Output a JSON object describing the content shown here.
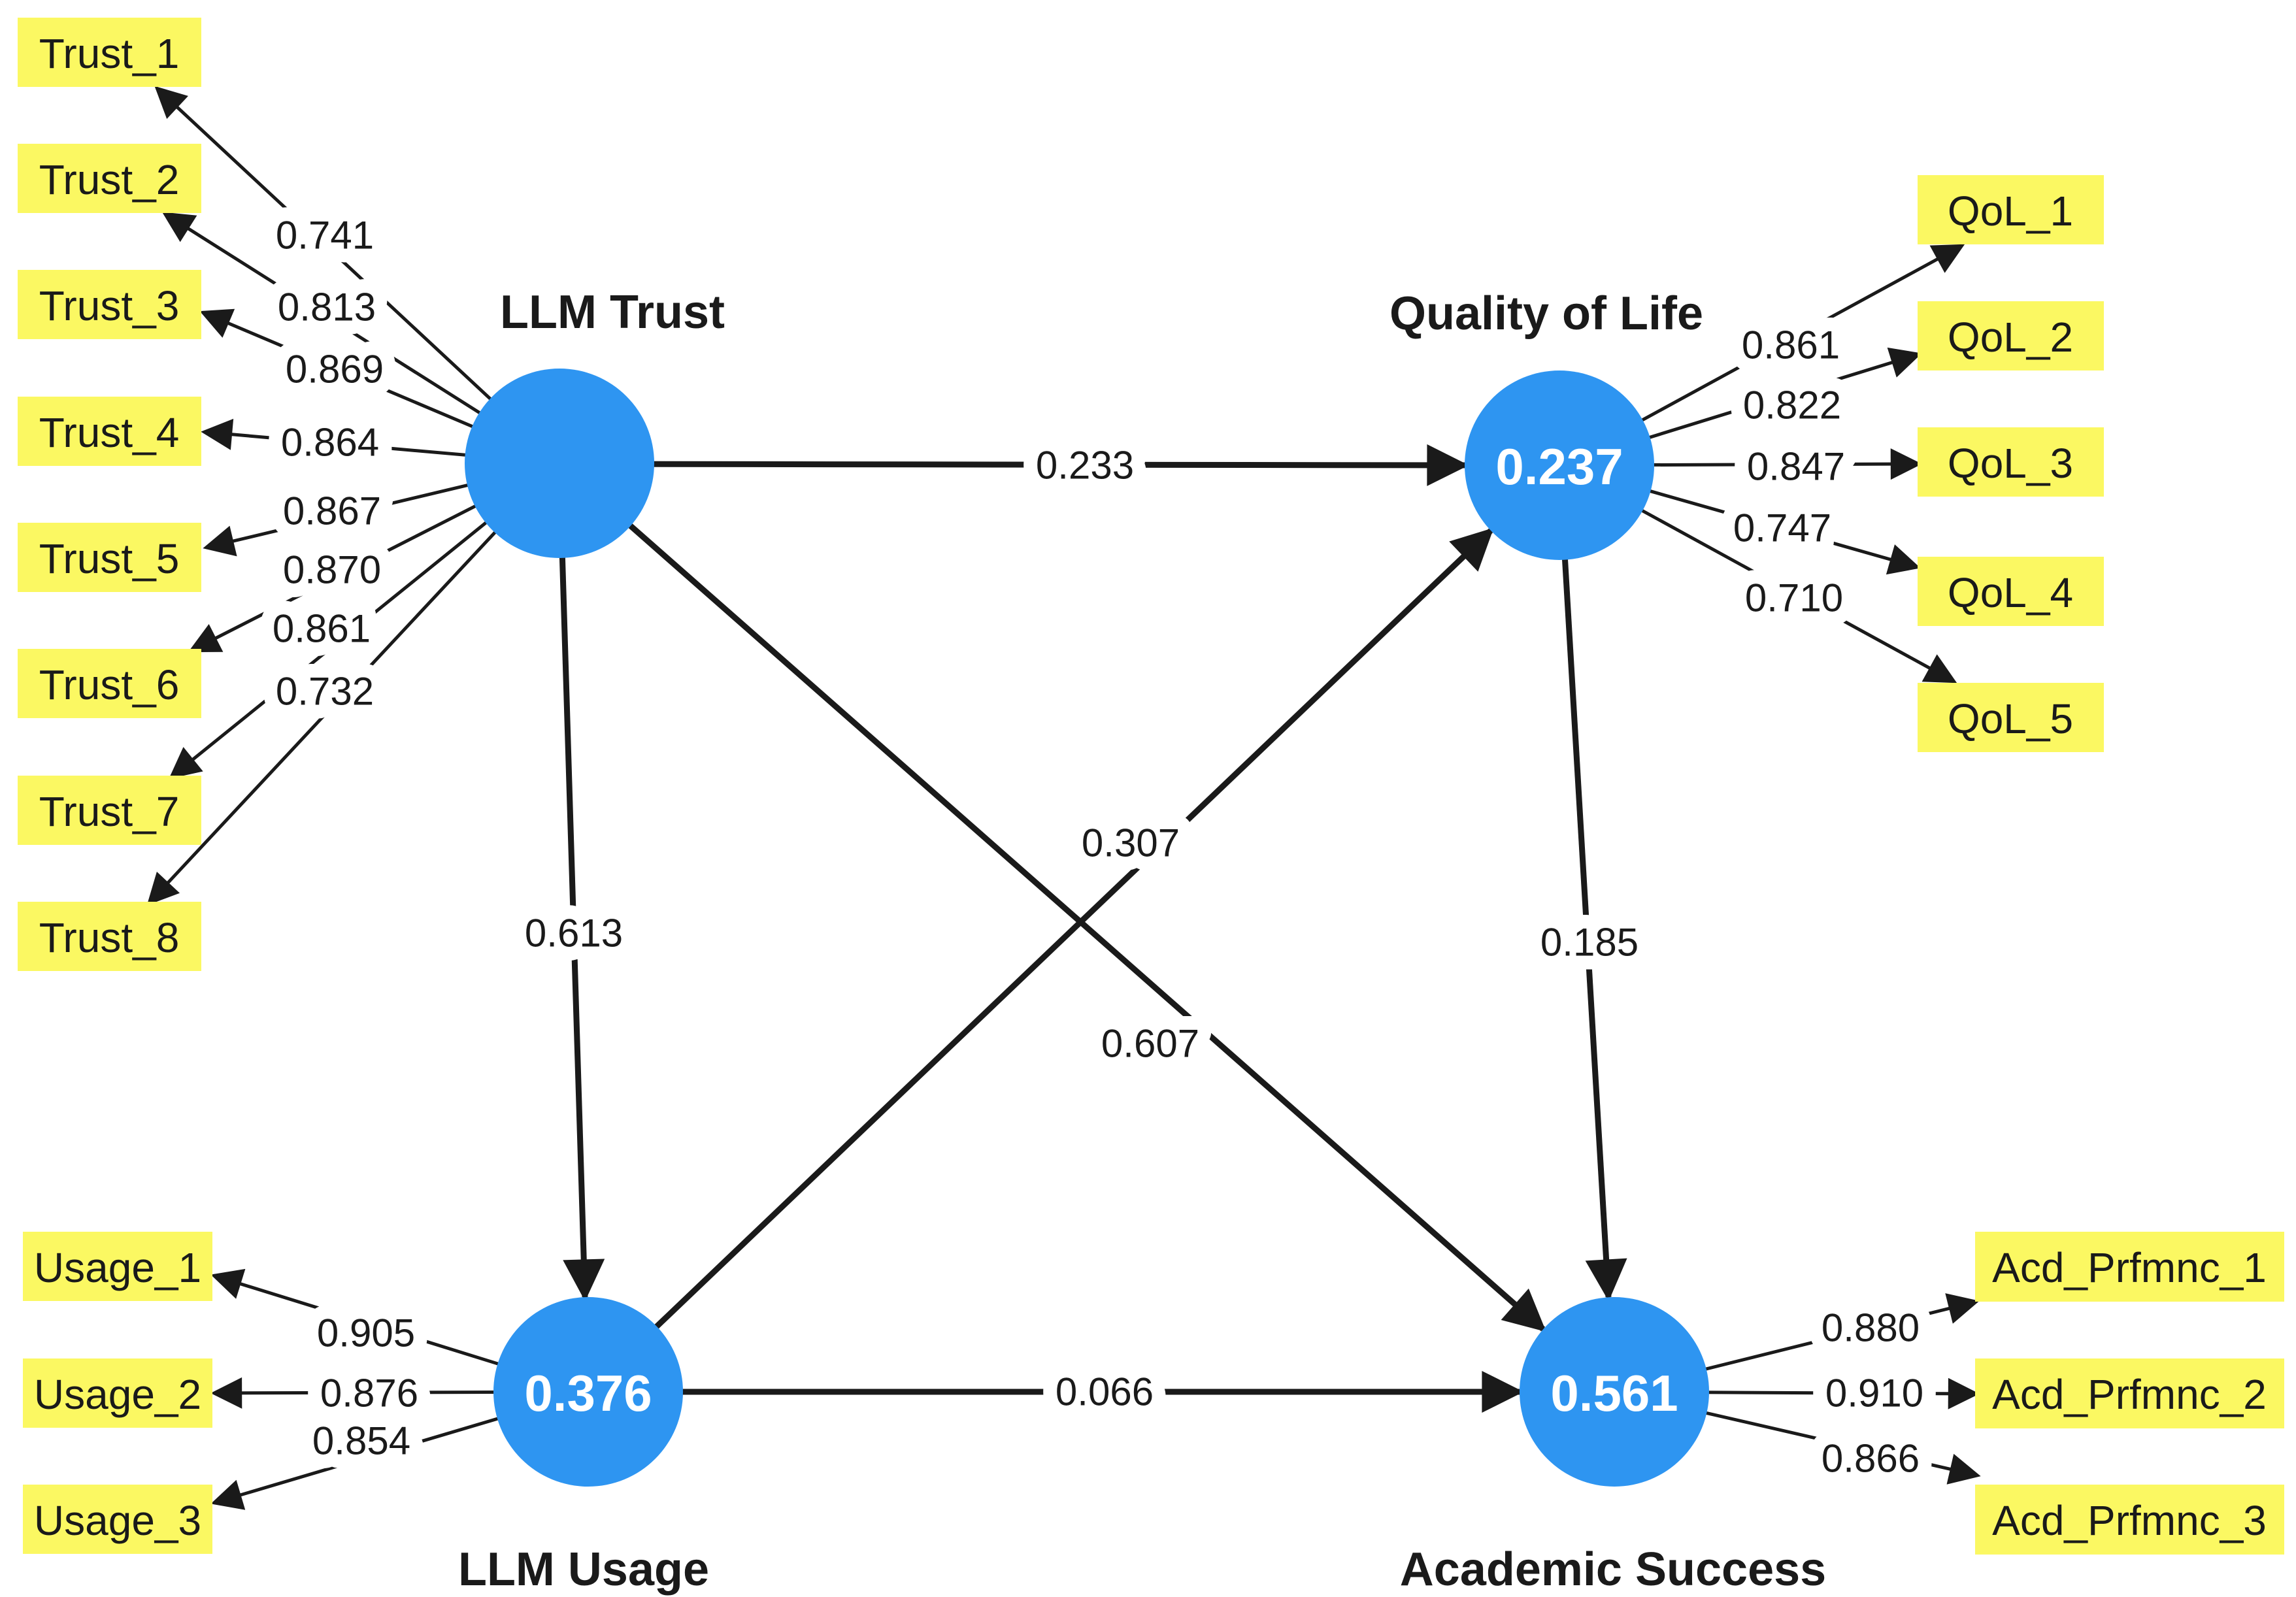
{
  "colors": {
    "node_fill": "#2E95F1",
    "indicator_fill": "#FBF862",
    "line": "#1A1A1A",
    "label_text": "#1A1A1A",
    "r_squared_text": "#FFFFFF",
    "background": "#FFFFFF"
  },
  "nodes": {
    "llm_trust": {
      "label": "LLM  Trust",
      "r_squared": ""
    },
    "quality_of_life": {
      "label": "Quality of Life",
      "r_squared": "0.237"
    },
    "llm_usage": {
      "label": "LLM  Usage",
      "r_squared": "0.376"
    },
    "academic_success": {
      "label": "Academic Success",
      "r_squared": "0.561"
    }
  },
  "indicators": {
    "trust": [
      {
        "label": "Trust_1",
        "loading": "0.741"
      },
      {
        "label": "Trust_2",
        "loading": "0.813"
      },
      {
        "label": "Trust_3",
        "loading": "0.869"
      },
      {
        "label": "Trust_4",
        "loading": "0.864"
      },
      {
        "label": "Trust_5",
        "loading": "0.867"
      },
      {
        "label": "Trust_6",
        "loading": "0.870"
      },
      {
        "label": "Trust_7",
        "loading": "0.861"
      },
      {
        "label": "Trust_8",
        "loading": "0.732"
      }
    ],
    "qol": [
      {
        "label": "QoL_1",
        "loading": "0.861"
      },
      {
        "label": "QoL_2",
        "loading": "0.822"
      },
      {
        "label": "QoL_3",
        "loading": "0.847"
      },
      {
        "label": "QoL_4",
        "loading": "0.747"
      },
      {
        "label": "QoL_5",
        "loading": "0.710"
      }
    ],
    "usage": [
      {
        "label": "Usage_1",
        "loading": "0.905"
      },
      {
        "label": "Usage_2",
        "loading": "0.876"
      },
      {
        "label": "Usage_3",
        "loading": "0.854"
      }
    ],
    "academic": [
      {
        "label": "Acd_Prfmnc_1",
        "loading": "0.880"
      },
      {
        "label": "Acd_Prfmnc_2",
        "loading": "0.910"
      },
      {
        "label": "Acd_Prfmnc_3",
        "loading": "0.866"
      }
    ]
  },
  "paths": [
    {
      "from": "llm_trust",
      "to": "quality_of_life",
      "coefficient": "0.233"
    },
    {
      "from": "llm_trust",
      "to": "llm_usage",
      "coefficient": "0.613"
    },
    {
      "from": "llm_trust",
      "to": "academic_success",
      "coefficient": "0.607"
    },
    {
      "from": "llm_usage",
      "to": "quality_of_life",
      "coefficient": "0.307"
    },
    {
      "from": "llm_usage",
      "to": "academic_success",
      "coefficient": "0.066"
    },
    {
      "from": "quality_of_life",
      "to": "academic_success",
      "coefficient": "0.185"
    }
  ]
}
